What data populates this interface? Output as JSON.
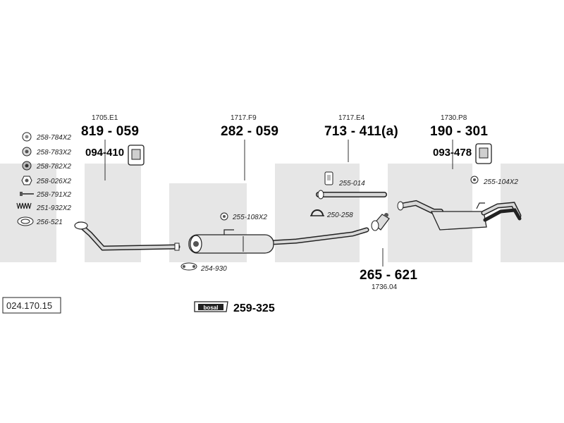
{
  "colors": {
    "watermark": "#e6e6e6",
    "stroke": "#222222",
    "metal": "#bfbfbf"
  },
  "catalog_number": "024.170.15",
  "brand_badge": "bosal",
  "assemblies": [
    {
      "ref": "1705.E1",
      "part": "819 - 059",
      "sub_part": "094-410"
    },
    {
      "ref": "1717.F9",
      "part": "282 - 059"
    },
    {
      "ref": "1717.E4",
      "part": "713 - 411(a)"
    },
    {
      "ref": "1730.P8",
      "part": "190 - 301",
      "sub_part": "093-478"
    },
    {
      "ref": "1736.04",
      "part": "265 - 621"
    }
  ],
  "accessories_left": [
    {
      "icon": "nut-ring-icon",
      "code": "258-784X2"
    },
    {
      "icon": "nut-ring-icon",
      "code": "258-783X2"
    },
    {
      "icon": "nut-ring-icon",
      "code": "258-782X2"
    },
    {
      "icon": "hex-nut-icon",
      "code": "258-026X2"
    },
    {
      "icon": "bolt-icon",
      "code": "258-791X2"
    },
    {
      "icon": "spring-icon",
      "code": "251-932X2"
    },
    {
      "icon": "gasket-ring-icon",
      "code": "256-521"
    }
  ],
  "accessories_inline": {
    "a255_108": "255-108X2",
    "a254_930": "254-930",
    "a255_014": "255-014",
    "a250_258": "250-258",
    "a255_104": "255-104X2"
  },
  "assembly_kit": "259-325"
}
